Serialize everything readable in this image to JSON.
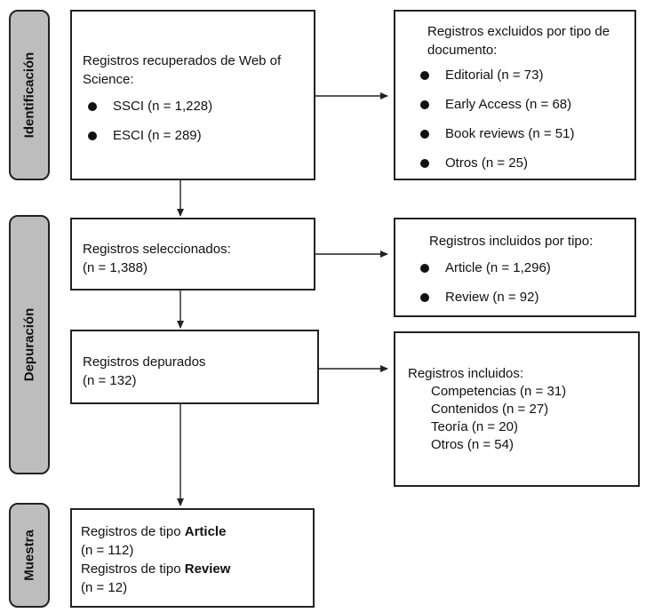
{
  "phases": {
    "identificacion": "Identificación",
    "depuracion": "Depuración",
    "muestra": "Muestra"
  },
  "recuperados": {
    "text": "Registros recuperados de Web of Science:",
    "items": [
      "SSCI (n = 1,228)",
      "ESCI (n = 289)"
    ]
  },
  "excluidos": {
    "text": "Registros excluidos por tipo de documento:",
    "items": [
      "Editorial (n = 73)",
      "Early Access (n = 68)",
      "Book reviews (n = 51)",
      "Otros (n = 25)"
    ]
  },
  "seleccionados": {
    "line1": "Registros seleccionados:",
    "line2": "(n = 1,388)"
  },
  "incluidos_tipo": {
    "text": "Registros incluidos por tipo:",
    "items": [
      "Article (n = 1,296)",
      "Review (n = 92)"
    ]
  },
  "depurados": {
    "line1": "Registros depurados",
    "line2": "(n = 132)"
  },
  "incluidos": {
    "text": "Registros incluidos:",
    "items": [
      "Competencias (n = 31)",
      "Contenidos (n = 27)",
      "Teoría (n = 20)",
      "Otros (n = 54)"
    ]
  },
  "muestra_box": {
    "article_prefix": "Registros de tipo ",
    "article_bold": "Article",
    "article_n": "(n = 112)",
    "review_prefix": "Registros de tipo ",
    "review_bold": "Review",
    "review_n": "(n = 12)"
  }
}
